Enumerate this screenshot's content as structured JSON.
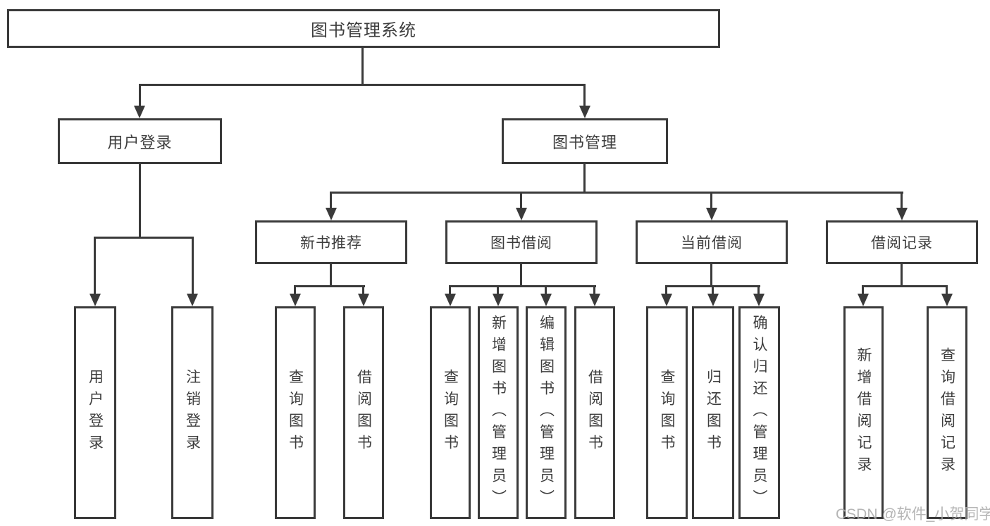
{
  "tree": {
    "root": {
      "label": "图书管理系统"
    },
    "children": [
      {
        "label": "用户登录",
        "children": [
          {
            "label": "用户登录"
          },
          {
            "label": "注销登录"
          }
        ]
      },
      {
        "label": "图书管理",
        "children": [
          {
            "label": "新书推荐",
            "children": [
              {
                "label": "查询图书"
              },
              {
                "label": "借阅图书"
              }
            ]
          },
          {
            "label": "图书借阅",
            "children": [
              {
                "label": "查询图书"
              },
              {
                "label": "新增图书（管理员）"
              },
              {
                "label": "编辑图书（管理员）"
              },
              {
                "label": "借阅图书"
              }
            ]
          },
          {
            "label": "当前借阅",
            "children": [
              {
                "label": "查询图书"
              },
              {
                "label": "归还图书"
              },
              {
                "label": "确认归还（管理员）"
              }
            ]
          },
          {
            "label": "借阅记录",
            "children": [
              {
                "label": "新增借阅记录"
              },
              {
                "label": "查询借阅记录"
              }
            ]
          }
        ]
      }
    ]
  },
  "watermark": "CSDN @软件_小贺同学",
  "colors": {
    "line": "#3a3a3a",
    "border": "#3a3a3a",
    "text": "#3d3d3d",
    "watermark": "#a9a9a9",
    "background": "#ffffff"
  }
}
